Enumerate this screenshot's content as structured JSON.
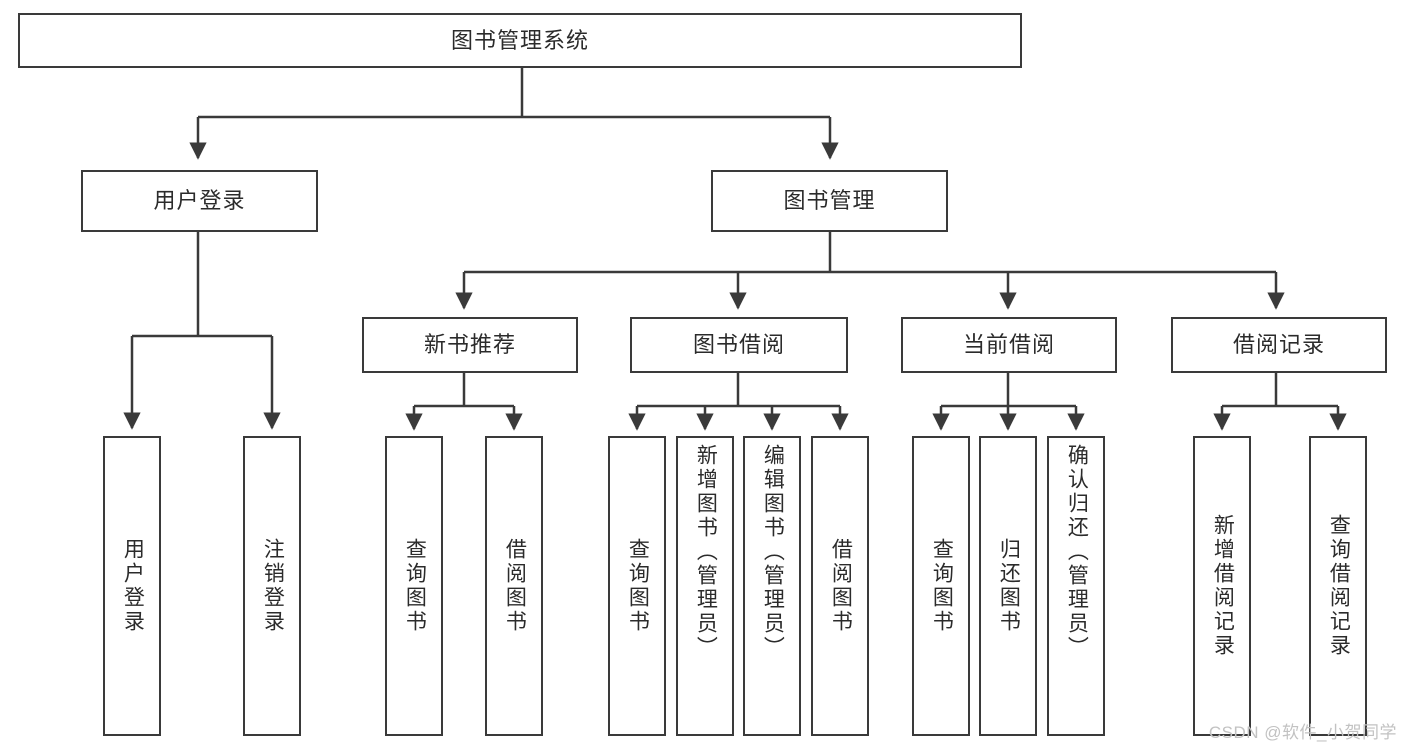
{
  "diagram": {
    "title": "图书管理系统",
    "type": "tree",
    "watermark": "CSDN @软件_小贺同学",
    "colors": {
      "stroke": "#3a3a3a",
      "fill": "#ffffff",
      "text": "#2b2b2b",
      "watermark": "#c2c2c2"
    },
    "nodes": {
      "root": {
        "label": "图书管理系统"
      },
      "level1": [
        {
          "id": "user-login",
          "label": "用户登录"
        },
        {
          "id": "book-manage",
          "label": "图书管理"
        }
      ],
      "level2": [
        {
          "id": "new-book-recommend",
          "label": "新书推荐"
        },
        {
          "id": "book-borrow",
          "label": "图书借阅"
        },
        {
          "id": "current-borrow",
          "label": "当前借阅"
        },
        {
          "id": "borrow-record",
          "label": "借阅记录"
        }
      ],
      "leaves": {
        "user-login": [
          {
            "id": "leaf-user-login",
            "label": "用户登录"
          },
          {
            "id": "leaf-logout-login",
            "label": "注销登录"
          }
        ],
        "new-book-recommend": [
          {
            "id": "leaf-query-book-1",
            "label": "查询图书"
          },
          {
            "id": "leaf-borrow-book-1",
            "label": "借阅图书"
          }
        ],
        "book-borrow": [
          {
            "id": "leaf-query-book-2",
            "label": "查询图书"
          },
          {
            "id": "leaf-add-book",
            "label": "新增图书（管理员）"
          },
          {
            "id": "leaf-edit-book",
            "label": "编辑图书（管理员）"
          },
          {
            "id": "leaf-borrow-book-2",
            "label": "借阅图书"
          }
        ],
        "current-borrow": [
          {
            "id": "leaf-query-book-3",
            "label": "查询图书"
          },
          {
            "id": "leaf-return-book",
            "label": "归还图书"
          },
          {
            "id": "leaf-confirm-return",
            "label": "确认归还（管理员）"
          }
        ],
        "borrow-record": [
          {
            "id": "leaf-add-record",
            "label": "新增借阅记录"
          },
          {
            "id": "leaf-query-record",
            "label": "查询借阅记录"
          }
        ]
      }
    }
  }
}
